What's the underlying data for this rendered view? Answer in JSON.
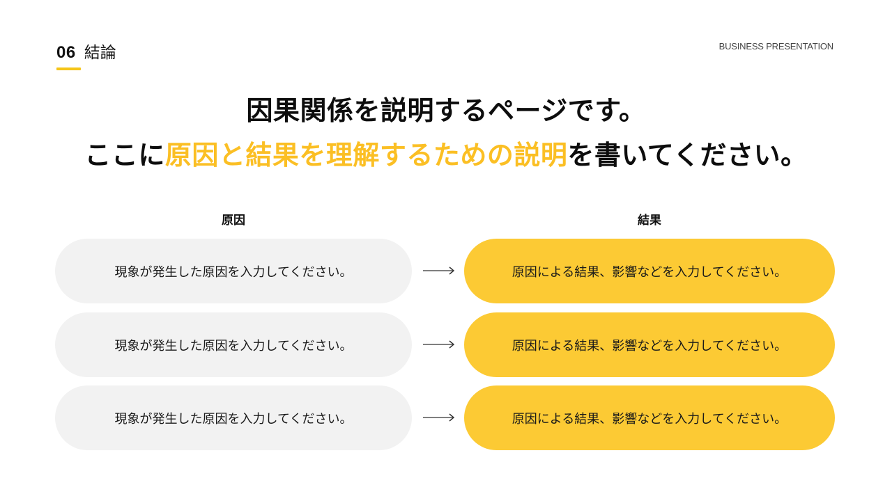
{
  "header": {
    "section_number": "06",
    "section_title": "結論",
    "brand_label": "BUSINESS PRESENTATION"
  },
  "headline": {
    "line1": "因果関係を説明するページです。",
    "line2": {
      "prefix": "ここに",
      "highlight": "原因と結果を理解するための説明",
      "suffix": "を書いてください。"
    }
  },
  "columns": {
    "cause_label": "原因",
    "effect_label": "結果"
  },
  "rows": [
    {
      "cause": "現象が発生した原因を入力してください。",
      "effect": "原因による結果、影響などを入力してください。"
    },
    {
      "cause": "現象が発生した原因を入力してください。",
      "effect": "原因による結果、影響などを入力してください。"
    },
    {
      "cause": "現象が発生した原因を入力してください。",
      "effect": "原因による結果、影響などを入力してください。"
    }
  ],
  "colors": {
    "accent": "#fbbf24",
    "effect_pill": "#fcca34",
    "cause_pill": "#f2f2f2",
    "underline": "#f5c518"
  }
}
